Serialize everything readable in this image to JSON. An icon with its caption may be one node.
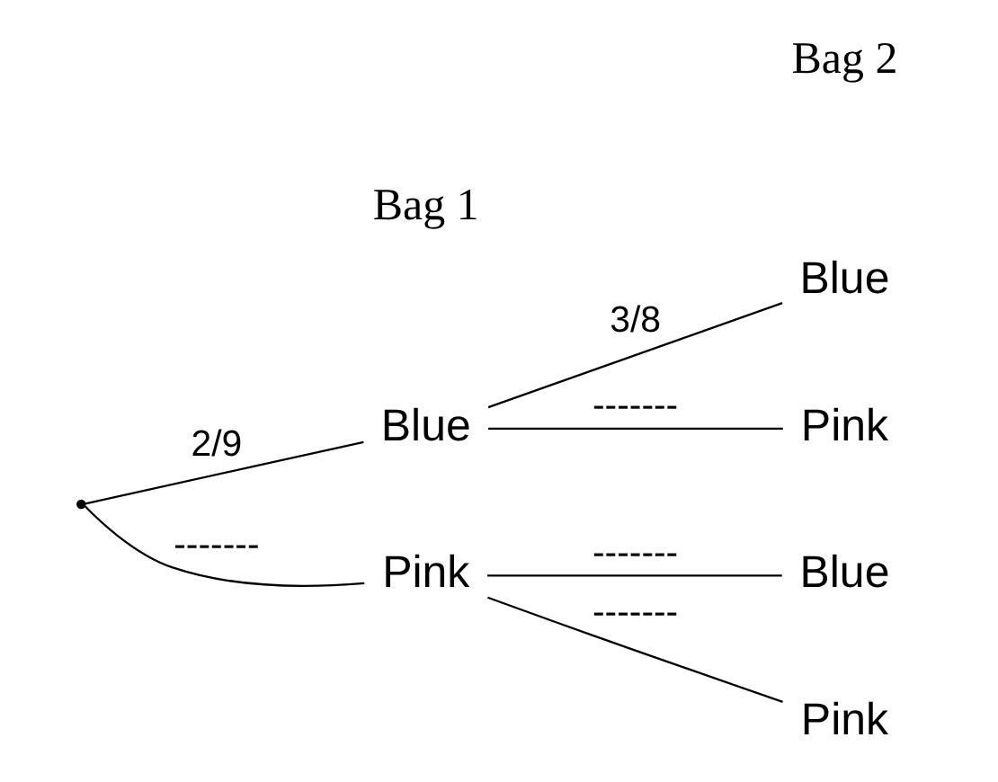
{
  "diagram": {
    "nodes": [
      {
        "text": [],
        "shape": "point"
      },
      {
        "text": [
          "Blue"
        ]
      },
      {
        "text": [
          "Pink"
        ]
      },
      {
        "text": [
          "Blue"
        ]
      },
      {
        "text": [
          "Pink"
        ]
      },
      {
        "text": [
          "Blue"
        ]
      },
      {
        "text": [
          "Pink"
        ]
      }
    ],
    "edges": [
      {
        "from": 0,
        "to": 1,
        "arrow": "none",
        "label": "2/9"
      },
      {
        "from": 0,
        "to": 2,
        "arrow": "none",
        "label": "-------"
      },
      {
        "from": 1,
        "to": 3,
        "arrow": "none",
        "label": "3/8"
      },
      {
        "from": 1,
        "to": 4,
        "arrow": "none",
        "label": "-------"
      },
      {
        "from": 2,
        "to": 5,
        "arrow": "none",
        "label": "-------"
      },
      {
        "from": 2,
        "to": 6,
        "arrow": "none",
        "label": "-------"
      }
    ],
    "labels": [
      "Bag 1",
      "Bag 2"
    ]
  }
}
